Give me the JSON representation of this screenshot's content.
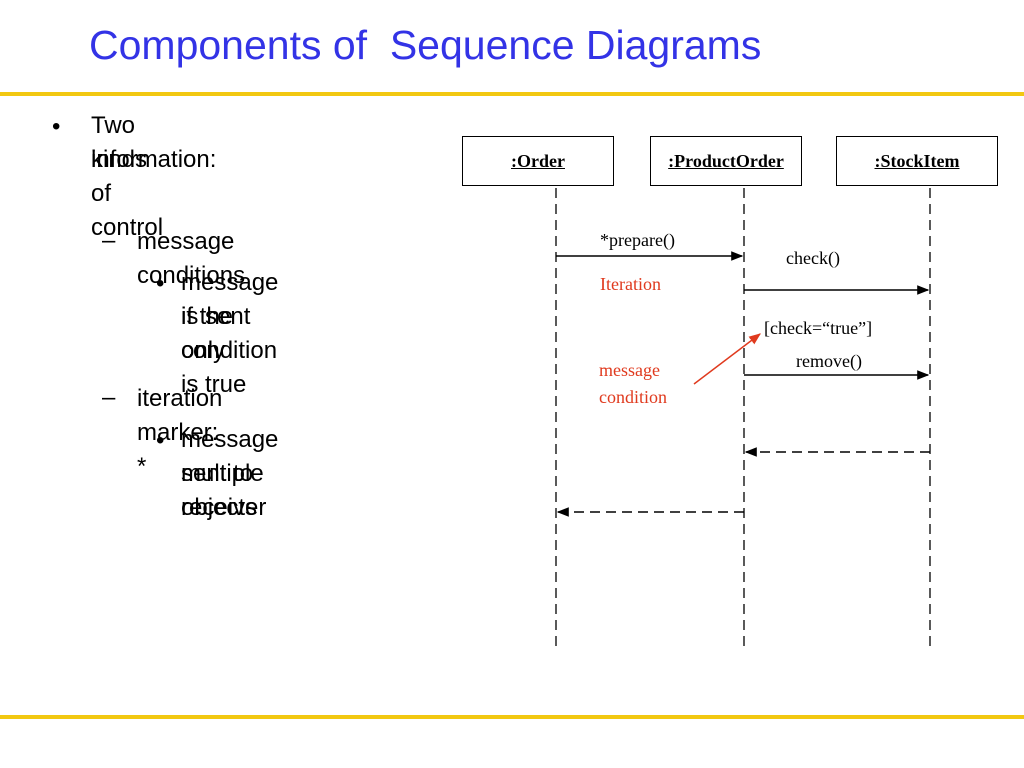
{
  "title": "Components of  Sequence Diagrams",
  "bullets": {
    "main_marker": "•",
    "main_text_line1": "Two kinds of control",
    "main_text_line2": "information:",
    "sub1_marker": "–",
    "sub1_text": "message conditions",
    "sub1_item_marker": "•",
    "sub1_item_line1": "message is sent only",
    "sub1_item_line2": "if the condition is true",
    "sub2_marker": "–",
    "sub2_text": "iteration marker: *",
    "sub2_item_marker": "•",
    "sub2_item_line1": "message sent to",
    "sub2_item_line2": "multiple receiver",
    "sub2_item_line3": "objects"
  },
  "diagram": {
    "objects": [
      ":Order",
      ":ProductOrder",
      ":StockItem"
    ],
    "messages": {
      "prepare": "*prepare()",
      "check": "check()",
      "condition": "[check=“true”]",
      "remove": "remove()"
    },
    "annotations": {
      "iteration": "Iteration",
      "message_condition_line1": "message",
      "message_condition_line2": "condition"
    },
    "colors": {
      "annotation": "#e03a1e",
      "title": "#3333e6",
      "rule": "#f2c811"
    }
  }
}
